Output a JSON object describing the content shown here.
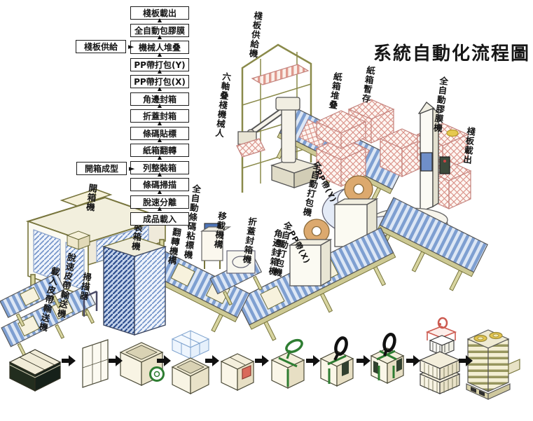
{
  "title": "系統自動化流程圖",
  "icons": {
    "up_arrow": "▲",
    "right_arrow": "►"
  },
  "flowchart": {
    "steps": [
      {
        "label": "棧板載出"
      },
      {
        "label": "全自動包膠膜"
      },
      {
        "label": "機械人堆叠"
      },
      {
        "label": "PP帶打包(Y)"
      },
      {
        "label": "PP帶打包(X)"
      },
      {
        "label": "角邊封箱"
      },
      {
        "label": "折蓋封箱"
      },
      {
        "label": "條碼貼標"
      },
      {
        "label": "紙箱翻轉"
      },
      {
        "label": "列整裝箱"
      },
      {
        "label": "條碼掃描"
      },
      {
        "label": "脫速分離"
      },
      {
        "label": "成品載入"
      }
    ],
    "side_inputs": [
      {
        "label": "棧板供給"
      },
      {
        "label": "開箱成型"
      }
    ]
  },
  "machine_labels": [
    {
      "id": "pallet-supply-machine",
      "text": "棧板供給機"
    },
    {
      "id": "six-axis-stacking-robot",
      "text": "六軸叠棧機械人"
    },
    {
      "id": "carton-stacking",
      "text": "紙箱堆叠"
    },
    {
      "id": "carton-buffer",
      "text": "紙箱暫存"
    },
    {
      "id": "auto-wrapping-machine",
      "text": "全自動膠膜機"
    },
    {
      "id": "pallet-unload",
      "text": "棧板載出"
    },
    {
      "id": "auto-strapper-y",
      "text": "全自動打包機"
    },
    {
      "id": "pp-band-y",
      "text": "PP帶(Y)"
    },
    {
      "id": "auto-strapper-x",
      "text": "全自動打包機"
    },
    {
      "id": "pp-band-x",
      "text": "PP帶(X)"
    },
    {
      "id": "auto-barcode-labeler",
      "text": "全自動條碼粘標機"
    },
    {
      "id": "transfer-mechanism",
      "text": "移載機構"
    },
    {
      "id": "flap-sealer",
      "text": "折蓋封箱機"
    },
    {
      "id": "corner-sealer",
      "text": "角邊封箱機"
    },
    {
      "id": "case-opener",
      "text": "開箱機"
    },
    {
      "id": "case-packer",
      "text": "裝箱機"
    },
    {
      "id": "turnover-mechanism",
      "text": "翻轉機構"
    },
    {
      "id": "release-belt-conveyor",
      "text": "脫速皮帶輸送機"
    },
    {
      "id": "scanner",
      "text": "掃描器"
    },
    {
      "id": "infeed-belt-conveyor",
      "text": "載入皮帶輸送機"
    }
  ],
  "product_flow": {
    "stages": [
      {
        "name": "flat-carton-bundle"
      },
      {
        "name": "carton-blank-sheet"
      },
      {
        "name": "carton-erected-taped"
      },
      {
        "name": "carton-loading-products"
      },
      {
        "name": "carton-labeled"
      },
      {
        "name": "carton-strapping"
      },
      {
        "name": "carton-strapped-x"
      },
      {
        "name": "carton-strapped-xy"
      },
      {
        "name": "robot-palletizing"
      },
      {
        "name": "wrapped-pallet-output"
      }
    ]
  },
  "colors": {
    "frame_khaki": "#b7b47a",
    "roller_blue": "#7e9fd1",
    "roller_light": "#dde7f5",
    "pallet_red": "#cc8076",
    "strap_green": "#2e7d32",
    "label_red": "#d96a5a",
    "coil_tan": "#dca96e",
    "text": "#141414",
    "background": "#ffffff"
  }
}
